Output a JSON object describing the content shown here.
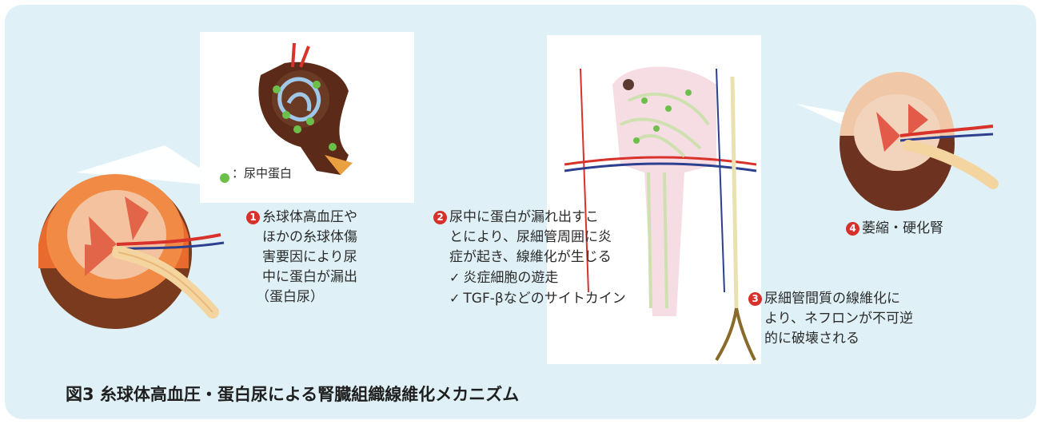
{
  "legend": {
    "label": "：尿中蛋白",
    "dot_color": "#6cc04a"
  },
  "steps": [
    {
      "number": "1",
      "lines": [
        "糸球体高血圧や",
        "ほかの糸球体傷",
        "害要因により尿",
        "中に蛋白が漏出",
        "（蛋白尿）"
      ]
    },
    {
      "number": "2",
      "lines": [
        "尿中に蛋白が漏れ出すこ",
        "とにより、尿細管周囲に炎",
        "症が起き、線維化が生じる"
      ],
      "checks": [
        "炎症細胞の遊走",
        "TGF-βなどのサイトカイン"
      ]
    },
    {
      "number": "3",
      "lines": [
        "尿細管間質の線維化に",
        "より、ネフロンが不可逆",
        "的に破壊される"
      ]
    },
    {
      "number": "4",
      "lines": [
        "萎縮・硬化腎"
      ]
    }
  ],
  "check_mark": "✓",
  "caption": "図3  糸球体高血圧・蛋白尿による腎臓組織線維化メカニズム",
  "colors": {
    "background": "#dff1f6",
    "step_number": "#d8302a",
    "artery": "#d8322b",
    "vein": "#2d3f8f"
  }
}
